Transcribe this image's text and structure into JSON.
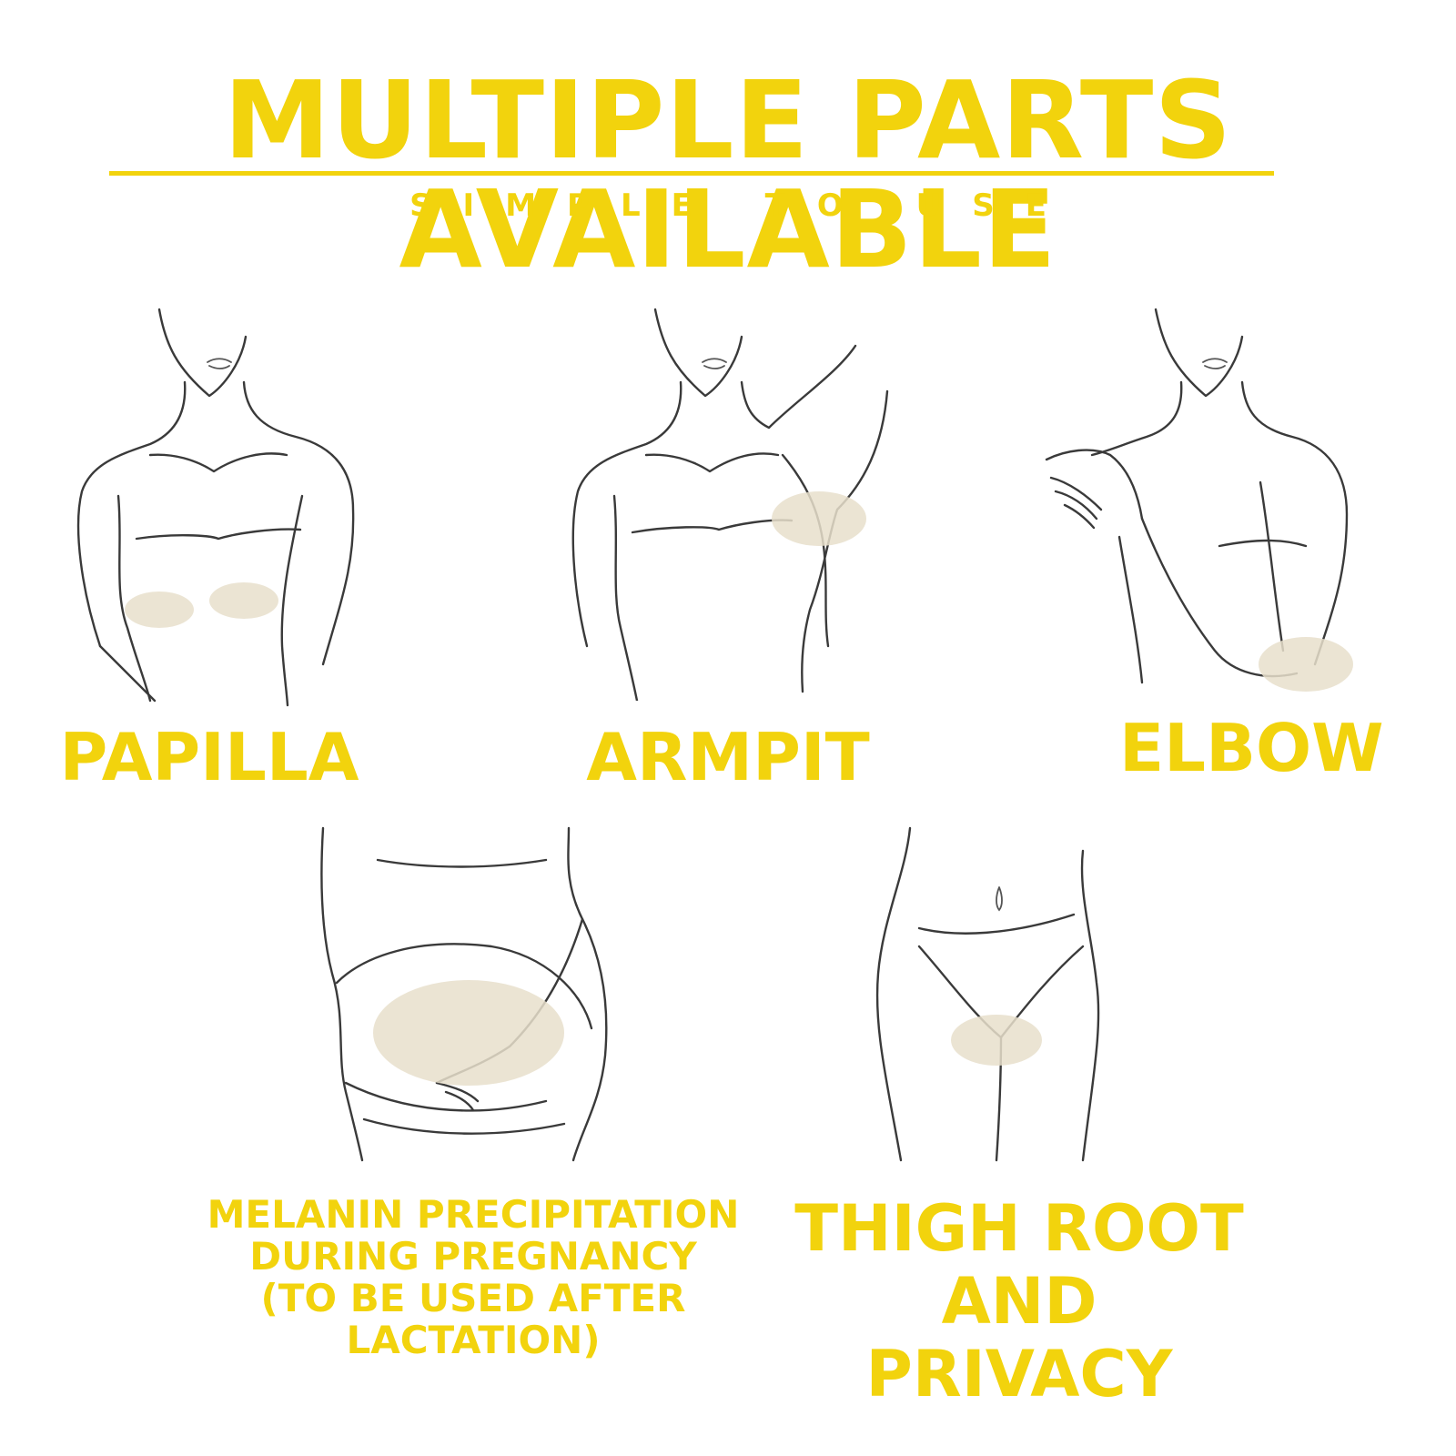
{
  "header": {
    "title": "MULTIPLE PARTS AVAILABLE",
    "subtitle": "SIMPLE TO USE"
  },
  "colors": {
    "accent": "#f2d30d",
    "patch": "#e8dfcb",
    "line": "#3a3a3a"
  },
  "parts": {
    "papilla": "PAPILLA",
    "armpit": "ARMPIT",
    "elbow": "ELBOW",
    "melanin_line1": "MELANIN PRECIPITATION",
    "melanin_line2": "DURING PREGNANCY",
    "melanin_line3": "(TO BE USED AFTER LACTATION)",
    "thigh_line1": "THIGH ROOT AND",
    "thigh_line2": "PRIVACY"
  }
}
